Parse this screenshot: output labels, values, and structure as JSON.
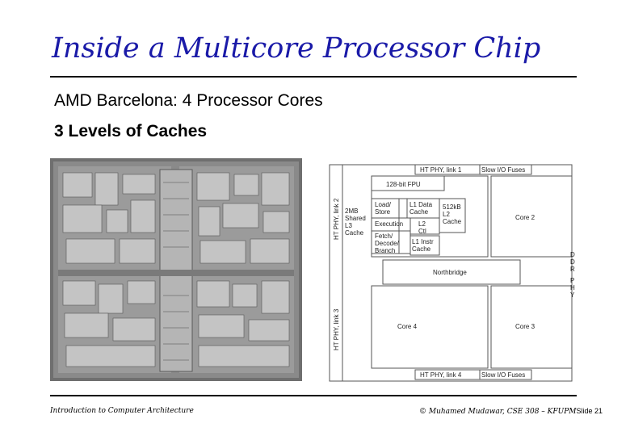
{
  "slide": {
    "title": "Inside a Multicore Processor Chip",
    "line1": "AMD Barcelona: 4 Processor Cores",
    "line2": "3 Levels of Caches"
  },
  "diagram": {
    "ht_link1": "HT PHY, link 1",
    "slow_io_top": "Slow I/O Fuses",
    "ht_link2": "HT PHY, link 2",
    "fpu": "128-bit FPU",
    "load_store": [
      "Load/",
      "Store"
    ],
    "l1_data": [
      "L1 Data",
      "Cache"
    ],
    "l2_cache": [
      "512kB",
      "L2",
      "Cache"
    ],
    "l3_cache": [
      "2MB",
      "Shared",
      "L3",
      "Cache"
    ],
    "execution": "Execution",
    "l2_ctl": [
      "L2",
      "Ctl"
    ],
    "fetch": [
      "Fetch/",
      "Decode/",
      "Branch"
    ],
    "l1_instr": [
      "L1 Instr",
      "Cache"
    ],
    "core2": "Core 2",
    "northbridge": "Northbridge",
    "ddr_phy": [
      "D",
      "D",
      "R",
      "",
      "P",
      "H",
      "Y"
    ],
    "ht_link3": "HT PHY, link 3",
    "core4": "Core 4",
    "core3": "Core 3",
    "ht_link4": "HT PHY, link 4",
    "slow_io_bottom": "Slow I/O Fuses"
  },
  "footer": {
    "left": "Introduction to Computer Architecture",
    "right": "© Muhamed Mudawar, CSE 308 – KFUPM",
    "slide": "Slide 21"
  }
}
